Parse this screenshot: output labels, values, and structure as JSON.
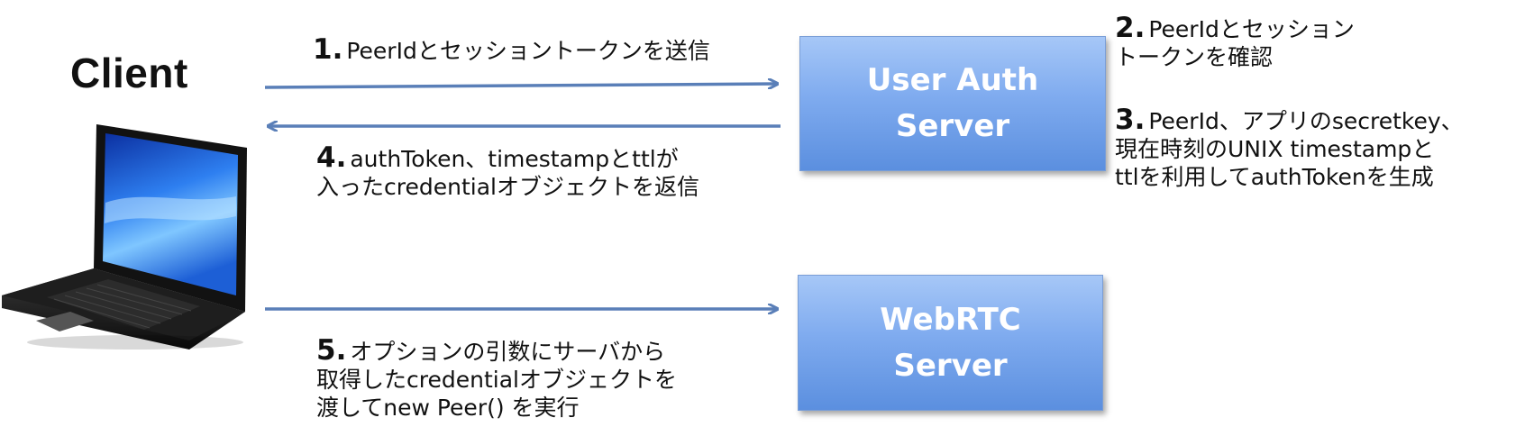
{
  "client": {
    "title": "Client"
  },
  "servers": {
    "auth": {
      "line1": "User Auth",
      "line2": "Server"
    },
    "webrtc": {
      "line1": "WebRTC",
      "line2": "Server"
    }
  },
  "steps": [
    {
      "num": "1.",
      "lines": [
        "PeerIdとセッショントークンを送信"
      ]
    },
    {
      "num": "2.",
      "lines": [
        "PeerIdとセッション",
        "トークンを確認"
      ]
    },
    {
      "num": "3.",
      "lines": [
        "PeerId、アプリのsecretkey、",
        "現在時刻のUNIX timestampと",
        "ttlを利用してauthTokenを生成"
      ]
    },
    {
      "num": "4.",
      "lines": [
        "authToken、timestampとttlが",
        "入ったcredentialオブジェクトを返信"
      ]
    },
    {
      "num": "5.",
      "lines": [
        "オプションの引数にサーバから",
        "取得したcredentialオブジェクトを",
        "渡してnew Peer() を実行"
      ]
    }
  ],
  "colors": {
    "arrow": "#5a7fb8",
    "box_top": "#a6c7f7",
    "box_bottom": "#5b8fdf"
  },
  "icons": {
    "client": "laptop-icon"
  }
}
